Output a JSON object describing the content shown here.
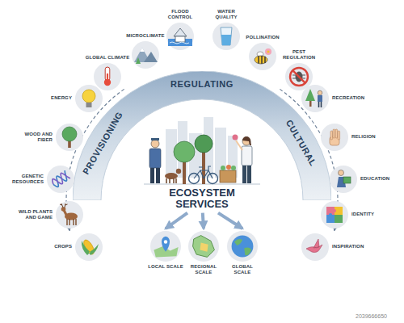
{
  "diagram": {
    "nodes": [
      {
        "text": [
          "REGULATING"
        ]
      },
      {
        "text": [
          "PROVISIONING"
        ]
      },
      {
        "text": [
          "CULTURAL"
        ]
      },
      {
        "text": [
          "ECOSYSTEM SERVICES"
        ]
      },
      {
        "text": [
          "GLOBAL CLIMATE"
        ]
      },
      {
        "text": [
          "MICROCLIMATE"
        ]
      },
      {
        "text": [
          "FLOOD CONTROL"
        ]
      },
      {
        "text": [
          "WATER QUALITY"
        ]
      },
      {
        "text": [
          "POLLINATION"
        ]
      },
      {
        "text": [
          "PEST REGULATION"
        ]
      },
      {
        "text": [
          "ENERGY"
        ]
      },
      {
        "text": [
          "WOOD AND FIBER"
        ]
      },
      {
        "text": [
          "GENETIC RESOURCES"
        ]
      },
      {
        "text": [
          "WILD PLANTS AND GAME"
        ]
      },
      {
        "text": [
          "CROPS"
        ]
      },
      {
        "text": [
          "RECREATION"
        ]
      },
      {
        "text": [
          "RELIGION"
        ]
      },
      {
        "text": [
          "EDUCATION"
        ]
      },
      {
        "text": [
          "IDENTITY"
        ]
      },
      {
        "text": [
          "INSPIRATION"
        ]
      },
      {
        "text": [
          "LOCAL SCALE"
        ]
      },
      {
        "text": [
          "REGIONAL SCALE"
        ]
      },
      {
        "text": [
          "GLOBAL SCALE"
        ]
      }
    ],
    "edges": [
      {
        "from": 3,
        "to": 20,
        "arrow": "to"
      },
      {
        "from": 3,
        "to": 21,
        "arrow": "to"
      },
      {
        "from": 3,
        "to": 22,
        "arrow": "to"
      }
    ],
    "labels": [
      "2039666650"
    ]
  }
}
